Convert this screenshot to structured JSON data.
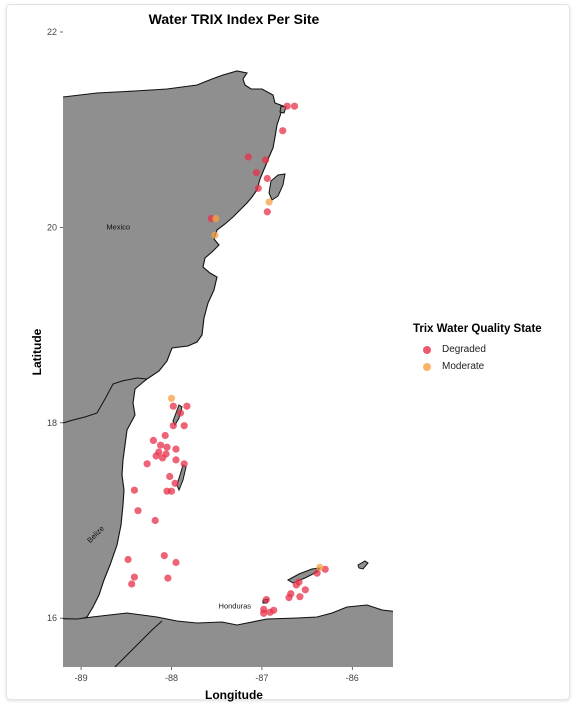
{
  "title": "Water TRIX Index Per Site",
  "xlabel": "Longitude",
  "ylabel": "Latitude",
  "x_ticks": [
    {
      "value": -89,
      "label": "-89"
    },
    {
      "value": -88,
      "label": "-88"
    },
    {
      "value": -87,
      "label": "-87"
    },
    {
      "value": -86,
      "label": "-86"
    }
  ],
  "y_ticks": [
    {
      "value": 22,
      "label": "22"
    },
    {
      "value": 20,
      "label": "20"
    },
    {
      "value": 18,
      "label": "18"
    },
    {
      "value": 16,
      "label": "16"
    }
  ],
  "region_labels": [
    {
      "text": "Mexico",
      "lon": -88.59,
      "lat": 19.98
    },
    {
      "text": "Belize",
      "lon": -88.82,
      "lat": 16.84
    },
    {
      "text": "Honduras",
      "lon": -87.3,
      "lat": 16.1
    }
  ],
  "legend": {
    "title": "Trix Water Quality State",
    "items": [
      {
        "label": "Degraded",
        "color": "#e8304a"
      },
      {
        "label": "Moderate",
        "color": "#f5a040"
      }
    ]
  },
  "colors": {
    "land": "#8f8f8f",
    "land_stroke": "#111111",
    "background": "#ffffff"
  },
  "chart_data": {
    "type": "scatter",
    "title": "Water TRIX Index Per Site",
    "xlabel": "Longitude",
    "ylabel": "Latitude",
    "xlim": [
      -89.2,
      -85.55
    ],
    "ylim": [
      15.5,
      22
    ],
    "grid": false,
    "legend_position": "right",
    "series": [
      {
        "name": "Degraded",
        "color": "#e8304a",
        "points": [
          [
            -86.72,
            21.24
          ],
          [
            -86.64,
            21.24
          ],
          [
            -86.77,
            20.99
          ],
          [
            -87.15,
            20.72
          ],
          [
            -86.96,
            20.69
          ],
          [
            -87.06,
            20.56
          ],
          [
            -86.94,
            20.5
          ],
          [
            -87.04,
            20.4
          ],
          [
            -86.94,
            20.16
          ],
          [
            -87.56,
            20.09
          ],
          [
            -87.98,
            18.17
          ],
          [
            -87.83,
            18.17
          ],
          [
            -87.9,
            18.1
          ],
          [
            -87.98,
            17.97
          ],
          [
            -87.86,
            17.97
          ],
          [
            -88.07,
            17.87
          ],
          [
            -88.2,
            17.82
          ],
          [
            -88.12,
            17.77
          ],
          [
            -88.05,
            17.75
          ],
          [
            -87.95,
            17.73
          ],
          [
            -88.14,
            17.7
          ],
          [
            -88.06,
            17.68
          ],
          [
            -88.17,
            17.66
          ],
          [
            -88.1,
            17.64
          ],
          [
            -87.95,
            17.62
          ],
          [
            -88.27,
            17.58
          ],
          [
            -87.86,
            17.58
          ],
          [
            -88.02,
            17.45
          ],
          [
            -87.96,
            17.38
          ],
          [
            -88.05,
            17.3
          ],
          [
            -88.0,
            17.3
          ],
          [
            -88.41,
            17.31
          ],
          [
            -88.37,
            17.1
          ],
          [
            -88.18,
            17.0
          ],
          [
            -88.08,
            16.64
          ],
          [
            -88.48,
            16.6
          ],
          [
            -87.95,
            16.57
          ],
          [
            -88.41,
            16.42
          ],
          [
            -88.04,
            16.41
          ],
          [
            -88.44,
            16.35
          ],
          [
            -86.3,
            16.5
          ],
          [
            -86.39,
            16.46
          ],
          [
            -86.59,
            16.37
          ],
          [
            -86.62,
            16.34
          ],
          [
            -86.52,
            16.29
          ],
          [
            -86.68,
            16.25
          ],
          [
            -86.58,
            16.22
          ],
          [
            -86.7,
            16.21
          ],
          [
            -86.95,
            16.19
          ],
          [
            -86.98,
            16.09
          ],
          [
            -86.87,
            16.08
          ],
          [
            -86.91,
            16.06
          ],
          [
            -86.98,
            16.05
          ]
        ]
      },
      {
        "name": "Moderate",
        "color": "#f5a040",
        "points": [
          [
            -86.92,
            20.26
          ],
          [
            -87.51,
            20.09
          ],
          [
            -87.52,
            19.92
          ],
          [
            -88.0,
            18.25
          ],
          [
            -86.36,
            16.52
          ]
        ]
      }
    ]
  }
}
